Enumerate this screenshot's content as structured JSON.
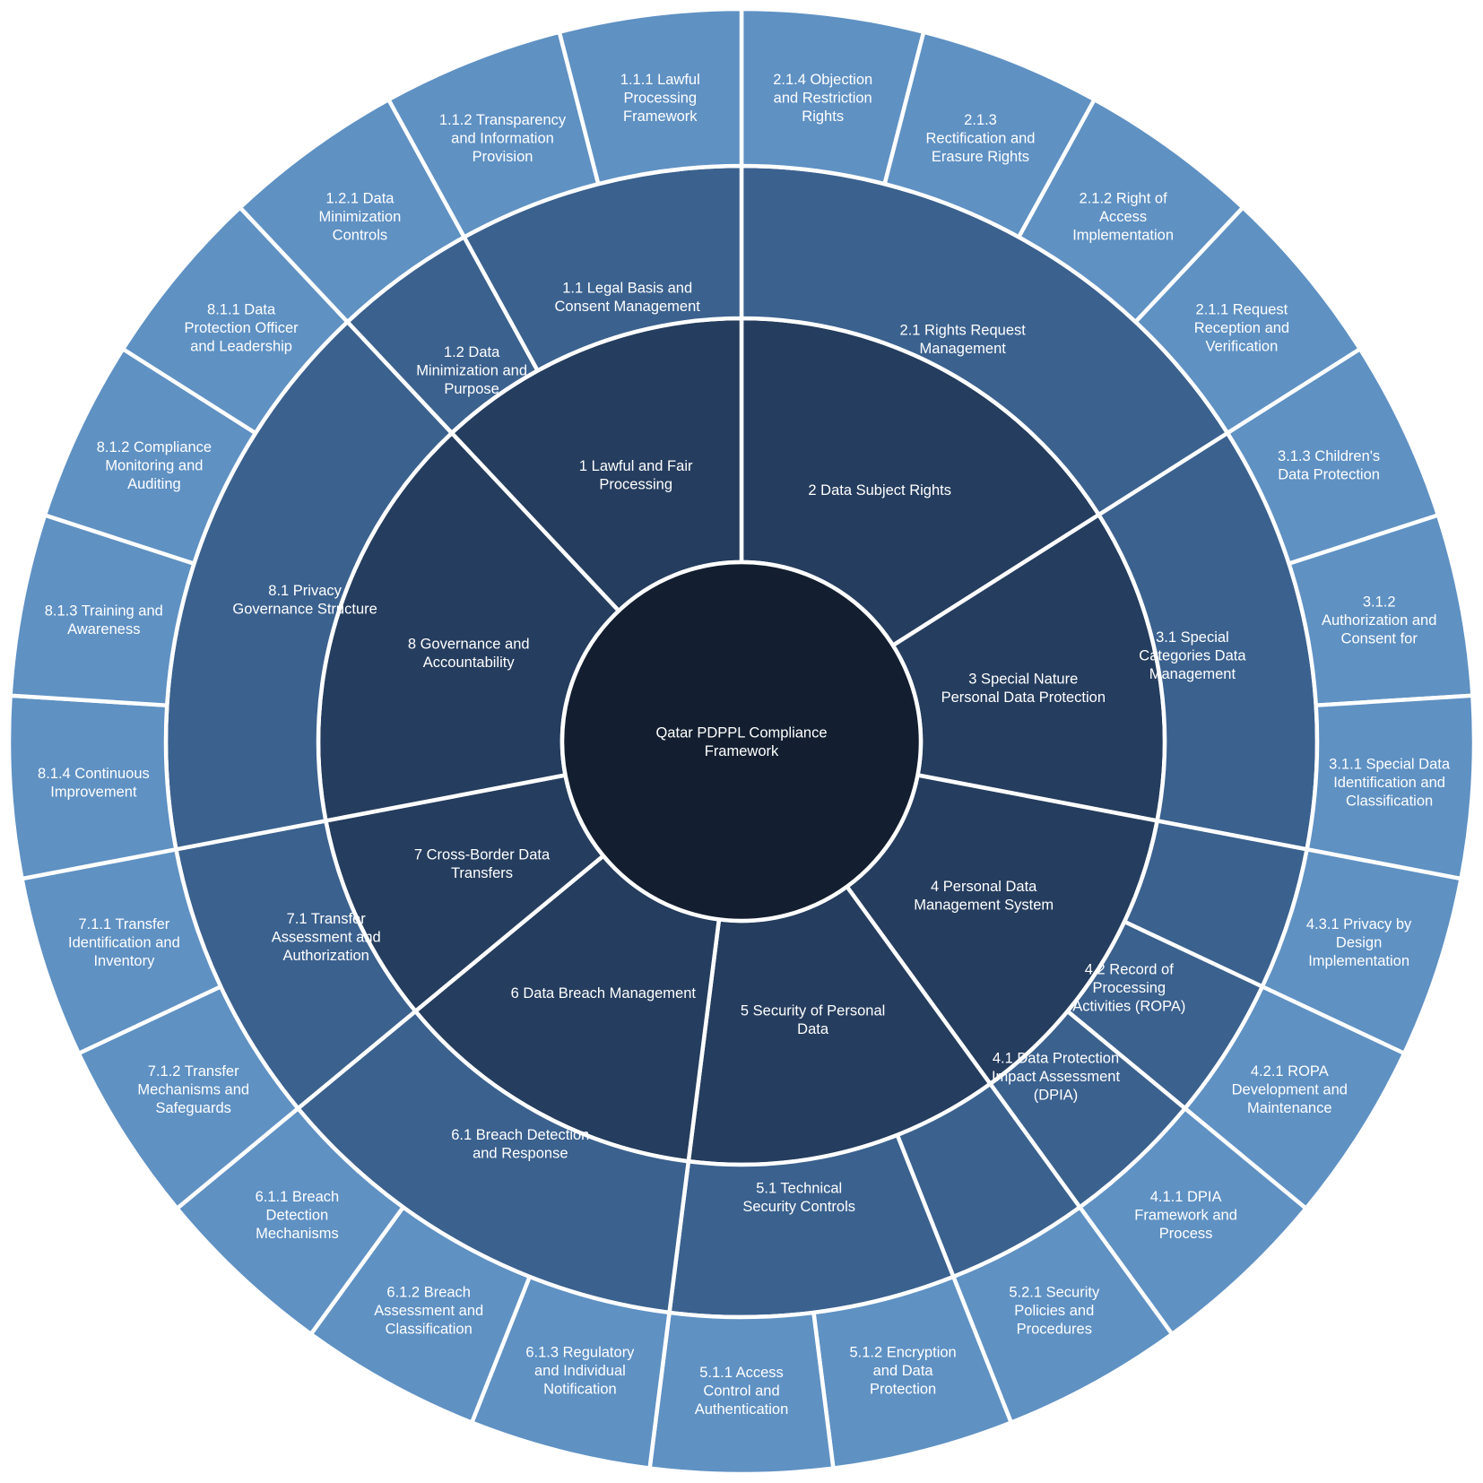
{
  "chart_data": {
    "type": "sunburst",
    "title": "Qatar PDPPL Compliance Framework",
    "direction": "clockwise",
    "start_angle_deg": 0,
    "legend": "none",
    "colors": {
      "background": "#ffffff",
      "center": "#131f30",
      "level1": "#253d5e",
      "level2": "#3b618e",
      "level3": "#5f91c3",
      "divider": "#ffffff",
      "label": "#ffffff"
    },
    "center": {
      "id": "root",
      "label": "Qatar PDPPL Compliance Framework",
      "lines": [
        "Qatar PDPPL Compliance",
        "Framework"
      ]
    },
    "sections": [
      {
        "id": "2",
        "label": "2 Data Subject Rights",
        "lines": [
          "2 Data Subject Rights"
        ],
        "children": [
          {
            "id": "2.1",
            "label": "2.1 Rights Request Management",
            "lines": [
              "2.1 Rights Request",
              "Management"
            ],
            "children": [
              {
                "id": "2.1.4",
                "label": "2.1.4 Objection and Restriction Rights",
                "lines": [
                  "2.1.4 Objection",
                  "and Restriction",
                  "Rights"
                ]
              },
              {
                "id": "2.1.3",
                "label": "2.1.3 Rectification and Erasure Rights",
                "lines": [
                  "2.1.3",
                  "Rectification and",
                  "Erasure Rights"
                ]
              },
              {
                "id": "2.1.2",
                "label": "2.1.2 Right of Access Implementation",
                "lines": [
                  "2.1.2 Right of",
                  "Access",
                  "Implementation"
                ]
              },
              {
                "id": "2.1.1",
                "label": "2.1.1 Request Reception and Verification",
                "lines": [
                  "2.1.1 Request",
                  "Reception and",
                  "Verification"
                ]
              }
            ]
          }
        ]
      },
      {
        "id": "3",
        "label": "3 Special Nature Personal Data Protection",
        "lines": [
          "3 Special Nature",
          "Personal Data Protection"
        ],
        "children": [
          {
            "id": "3.1",
            "label": "3.1 Special Categories Data Management",
            "lines": [
              "3.1 Special",
              "Categories Data",
              "Management"
            ],
            "children": [
              {
                "id": "3.1.3",
                "label": "3.1.3 Children's Data Protection",
                "lines": [
                  "3.1.3 Children's",
                  "Data Protection"
                ]
              },
              {
                "id": "3.1.2",
                "label": "3.1.2 Authorization and Consent for",
                "lines": [
                  "3.1.2",
                  "Authorization and",
                  "Consent for"
                ]
              },
              {
                "id": "3.1.1",
                "label": "3.1.1 Special Data Identification and Classification",
                "lines": [
                  "3.1.1 Special Data",
                  "Identification and",
                  "Classification"
                ]
              }
            ]
          }
        ]
      },
      {
        "id": "4",
        "label": "4 Personal Data Management System",
        "lines": [
          "4 Personal Data",
          "Management System"
        ],
        "children": [
          {
            "id": "4.3",
            "label": "",
            "lines": [],
            "children": [
              {
                "id": "4.3.1",
                "label": "4.3.1 Privacy by Design Implementation",
                "lines": [
                  "4.3.1 Privacy by",
                  "Design",
                  "Implementation"
                ]
              }
            ]
          },
          {
            "id": "4.2",
            "label": "4.2 Record of Processing Activities (ROPA)",
            "lines": [
              "4.2 Record of",
              "Processing",
              "Activities (ROPA)"
            ],
            "children": [
              {
                "id": "4.2.1",
                "label": "4.2.1 ROPA Development and Maintenance",
                "lines": [
                  "4.2.1 ROPA",
                  "Development and",
                  "Maintenance"
                ]
              }
            ]
          },
          {
            "id": "4.1",
            "label": "4.1 Data Protection Impact Assessment (DPIA)",
            "lines": [
              "4.1 Data Protection",
              "Impact Assessment",
              "(DPIA)"
            ],
            "children": [
              {
                "id": "4.1.1",
                "label": "4.1.1 DPIA Framework and Process",
                "lines": [
                  "4.1.1 DPIA",
                  "Framework and",
                  "Process"
                ]
              }
            ]
          }
        ]
      },
      {
        "id": "5",
        "label": "5 Security of Personal Data",
        "lines": [
          "5 Security of Personal",
          "Data"
        ],
        "children": [
          {
            "id": "5.2",
            "label": "",
            "lines": [],
            "children": [
              {
                "id": "5.2.1",
                "label": "5.2.1 Security Policies and Procedures",
                "lines": [
                  "5.2.1 Security",
                  "Policies and",
                  "Procedures"
                ]
              }
            ]
          },
          {
            "id": "5.1",
            "label": "5.1 Technical Security Controls",
            "lines": [
              "5.1 Technical",
              "Security Controls"
            ],
            "children": [
              {
                "id": "5.1.2",
                "label": "5.1.2 Encryption and Data Protection",
                "lines": [
                  "5.1.2 Encryption",
                  "and Data",
                  "Protection"
                ]
              },
              {
                "id": "5.1.1",
                "label": "5.1.1 Access Control and Authentication",
                "lines": [
                  "5.1.1 Access",
                  "Control and",
                  "Authentication"
                ]
              }
            ]
          }
        ]
      },
      {
        "id": "6",
        "label": "6 Data Breach Management",
        "lines": [
          "6 Data Breach Management"
        ],
        "children": [
          {
            "id": "6.1",
            "label": "6.1 Breach Detection and Response",
            "lines": [
              "6.1 Breach Detection",
              "and Response"
            ],
            "children": [
              {
                "id": "6.1.3",
                "label": "6.1.3 Regulatory and Individual Notification",
                "lines": [
                  "6.1.3 Regulatory",
                  "and Individual",
                  "Notification"
                ]
              },
              {
                "id": "6.1.2",
                "label": "6.1.2 Breach Assessment and Classification",
                "lines": [
                  "6.1.2 Breach",
                  "Assessment and",
                  "Classification"
                ]
              },
              {
                "id": "6.1.1",
                "label": "6.1.1 Breach Detection Mechanisms",
                "lines": [
                  "6.1.1 Breach",
                  "Detection",
                  "Mechanisms"
                ]
              }
            ]
          }
        ]
      },
      {
        "id": "7",
        "label": "7 Cross-Border Data Transfers",
        "lines": [
          "7 Cross-Border Data",
          "Transfers"
        ],
        "children": [
          {
            "id": "7.1",
            "label": "7.1 Transfer Assessment and Authorization",
            "lines": [
              "7.1 Transfer",
              "Assessment and",
              "Authorization"
            ],
            "children": [
              {
                "id": "7.1.2",
                "label": "7.1.2 Transfer Mechanisms and Safeguards",
                "lines": [
                  "7.1.2 Transfer",
                  "Mechanisms and",
                  "Safeguards"
                ]
              },
              {
                "id": "7.1.1",
                "label": "7.1.1 Transfer Identification and Inventory",
                "lines": [
                  "7.1.1 Transfer",
                  "Identification and",
                  "Inventory"
                ]
              }
            ]
          }
        ]
      },
      {
        "id": "8",
        "label": "8 Governance and Accountability",
        "lines": [
          "8 Governance and",
          "Accountability"
        ],
        "children": [
          {
            "id": "8.1",
            "label": "8.1 Privacy Governance Structure",
            "lines": [
              "8.1 Privacy",
              "Governance Structure"
            ],
            "children": [
              {
                "id": "8.1.4",
                "label": "8.1.4 Continuous Improvement",
                "lines": [
                  "8.1.4 Continuous",
                  "Improvement"
                ]
              },
              {
                "id": "8.1.3",
                "label": "8.1.3 Training and Awareness",
                "lines": [
                  "8.1.3 Training and",
                  "Awareness"
                ]
              },
              {
                "id": "8.1.2",
                "label": "8.1.2 Compliance Monitoring and Auditing",
                "lines": [
                  "8.1.2 Compliance",
                  "Monitoring and",
                  "Auditing"
                ]
              },
              {
                "id": "8.1.1",
                "label": "8.1.1 Data Protection Officer and Leadership",
                "lines": [
                  "8.1.1 Data",
                  "Protection Officer",
                  "and Leadership"
                ]
              }
            ]
          }
        ]
      },
      {
        "id": "1",
        "label": "1 Lawful and Fair Processing",
        "lines": [
          "1 Lawful and Fair",
          "Processing"
        ],
        "children": [
          {
            "id": "1.2",
            "label": "1.2 Data Minimization and Purpose",
            "lines": [
              "1.2 Data",
              "Minimization and",
              "Purpose"
            ],
            "children": [
              {
                "id": "1.2.1",
                "label": "1.2.1 Data Minimization Controls",
                "lines": [
                  "1.2.1 Data",
                  "Minimization",
                  "Controls"
                ]
              }
            ]
          },
          {
            "id": "1.1",
            "label": "1.1 Legal Basis and Consent Management",
            "lines": [
              "1.1 Legal Basis and",
              "Consent Management"
            ],
            "children": [
              {
                "id": "1.1.2",
                "label": "1.1.2 Transparency and Information Provision",
                "lines": [
                  "1.1.2 Transparency",
                  "and Information",
                  "Provision"
                ]
              },
              {
                "id": "1.1.1",
                "label": "1.1.1 Lawful Processing Framework",
                "lines": [
                  "1.1.1 Lawful",
                  "Processing",
                  "Framework"
                ]
              }
            ]
          }
        ]
      }
    ]
  }
}
